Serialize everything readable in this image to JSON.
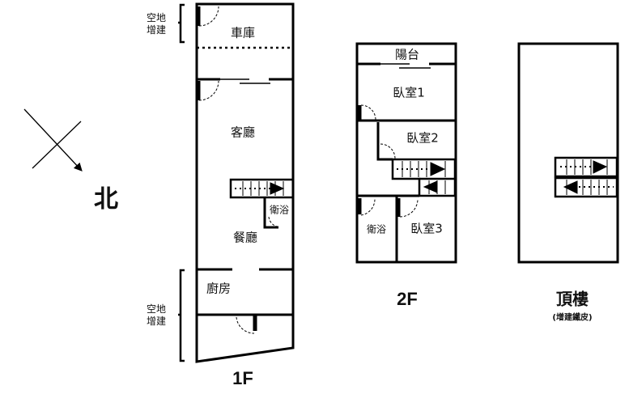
{
  "compass": {
    "north_label": "北"
  },
  "floor1": {
    "title": "1F",
    "side_note_top": [
      "空地",
      "增建"
    ],
    "side_note_bottom": [
      "空地",
      "增建"
    ],
    "rooms": {
      "garage": "車庫",
      "living": "客廳",
      "bath": "衛浴",
      "dining": "餐廳",
      "kitchen": "廚房"
    }
  },
  "floor2": {
    "title": "2F",
    "rooms": {
      "balcony": "陽台",
      "bedroom1": "臥室1",
      "bedroom2": "臥室2",
      "bath": "衛浴",
      "bedroom3": "臥室3"
    }
  },
  "roof": {
    "title": "頂樓",
    "subtitle": "(增建鐵皮)"
  }
}
